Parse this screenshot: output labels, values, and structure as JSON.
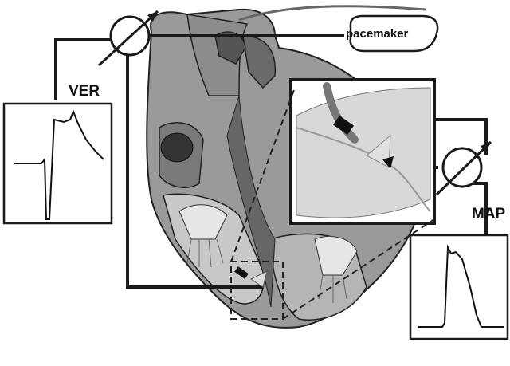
{
  "labels": {
    "pacemaker": "pacemaker",
    "ver": "VER",
    "map": "MAP"
  },
  "icons": {
    "ammeter": "meter-dial-icon",
    "heart": "heart-cross-section-illustration",
    "catheter": "catheter-electrode-icon"
  },
  "colors": {
    "background": "#ffffff",
    "wire": "#1a1a1a",
    "heart_outer": "#9a9a9a",
    "heart_inner": "#c8c8c8",
    "inset_fill": "#d8d8d8"
  }
}
